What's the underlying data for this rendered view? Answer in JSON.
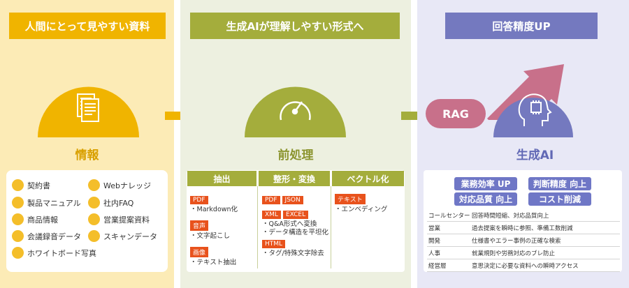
{
  "columns": {
    "info": {
      "banner": "人間にとって見やすい資料",
      "label": "情報",
      "items": [
        "契約書",
        "Webナレッジ",
        "製品マニュアル",
        "社内FAQ",
        "商品情報",
        "営業提案資料",
        "会議録音データ",
        "スキャンデータ",
        "ホワイトボード写真"
      ]
    },
    "preprocess": {
      "banner": "生成AIが理解しやすい形式へ",
      "label": "前処理",
      "headers": [
        "抽出",
        "整形・変換",
        "ベクトル化"
      ],
      "extract": [
        {
          "tag": "PDF",
          "note": "・Markdown化"
        },
        {
          "tag": "音声",
          "note": "・文字起こし"
        },
        {
          "tag": "画像",
          "note": "・テキスト抽出"
        }
      ],
      "format": {
        "tags": [
          "PDF",
          "JSON",
          "XML",
          "EXCEL"
        ],
        "notes": [
          "・Q&A形式へ変換",
          "・データ構造を平坦化"
        ],
        "tag2": "HTML",
        "note2": "・タグ/特殊文字除去"
      },
      "vector": {
        "tag": "テキスト",
        "note": "・エンベディング"
      }
    },
    "genai": {
      "banner": "回答精度UP",
      "rag": "RAG",
      "label": "生成AI",
      "pills": [
        "業務効率 UP",
        "判断精度 向上",
        "対応品質 向上",
        "コスト削減"
      ],
      "rows": [
        {
          "dept": "コールセンター",
          "effect": "回答時間短縮、対応品質向上"
        },
        {
          "dept": "営業",
          "effect": "過去提案を瞬時に参照、準備工数削減"
        },
        {
          "dept": "開発",
          "effect": "仕様書やエラー事例の正確な検索"
        },
        {
          "dept": "人事",
          "effect": "就業規則や労務対応のブレ防止"
        },
        {
          "dept": "経営層",
          "effect": "意思決定に必要な資料への瞬時アクセス"
        }
      ]
    }
  },
  "colors": {
    "info": "#f0b400",
    "preprocess": "#a4ad3c",
    "genai": "#7479bf",
    "rag": "#c8708a",
    "tag": "#e8521c"
  }
}
